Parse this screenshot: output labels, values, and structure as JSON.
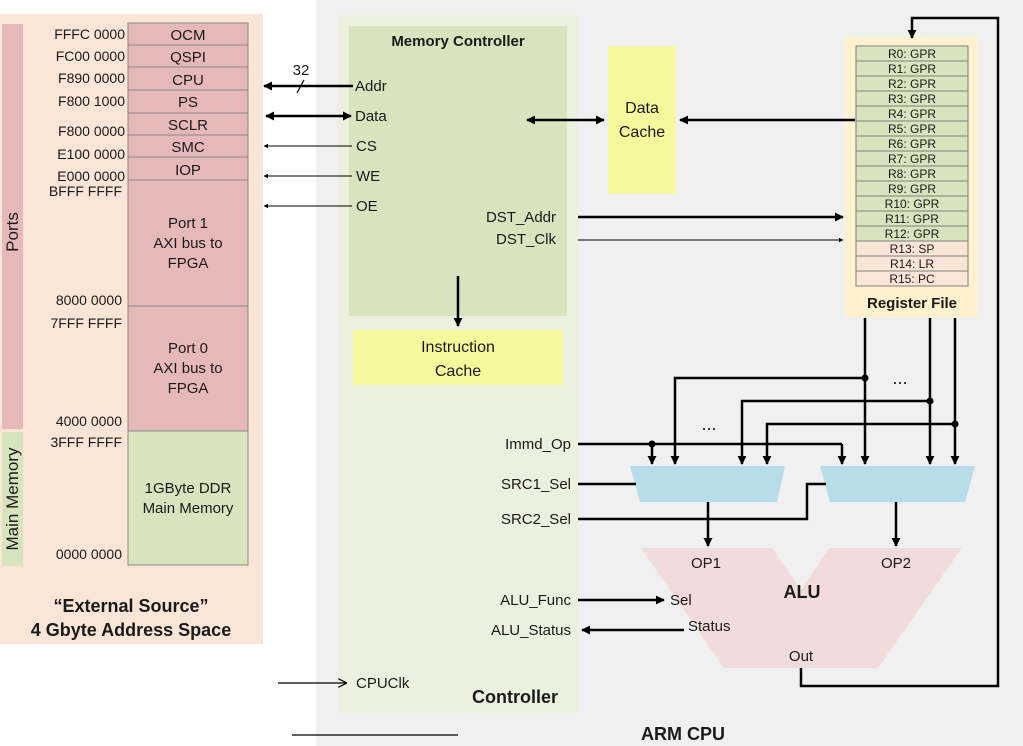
{
  "memory_map": {
    "ports_label": "Ports",
    "main_memory_label": "Main Memory",
    "footer_line1": "“External Source”",
    "footer_line2": "4 Gbyte Address Space",
    "small_regions": [
      {
        "name": "OCM",
        "addr": "FFFC 0000"
      },
      {
        "name": "QSPI",
        "addr": "FC00 0000"
      },
      {
        "name": "CPU",
        "addr": "F890 0000"
      },
      {
        "name": "PS",
        "addr": "F800 1000"
      },
      {
        "name": "SCLR",
        "addr": "F800 0000"
      },
      {
        "name": "SMC",
        "addr": "E100 0000"
      },
      {
        "name": "IOP",
        "addr": "E000 0000"
      }
    ],
    "port1": {
      "top_addr": "BFFF FFFF",
      "bottom_addr": "8000 0000",
      "l1": "Port 1",
      "l2": "AXI bus to",
      "l3": "FPGA"
    },
    "port0": {
      "top_addr": "7FFF FFFF",
      "bottom_addr": "4000 0000",
      "l1": "Port 0",
      "l2": "AXI bus to",
      "l3": "FPGA"
    },
    "ddr": {
      "top_addr": "3FFF FFFF",
      "bottom_addr": "0000 0000",
      "l1": "1GByte DDR",
      "l2": "Main Memory"
    }
  },
  "bus": {
    "width": "32",
    "addr": "Addr",
    "data": "Data",
    "cs": "CS",
    "we": "WE",
    "oe": "OE"
  },
  "cpu": {
    "title": "ARM CPU",
    "controller": "Controller",
    "memory_controller": "Memory Controller",
    "dst_addr": "DST_Addr",
    "dst_clk": "DST_Clk",
    "instruction_cache": [
      "Instruction",
      "Cache"
    ],
    "data_cache": [
      "Data",
      "Cache"
    ],
    "immd_op": "Immd_Op",
    "src1_sel": "SRC1_Sel",
    "src2_sel": "SRC2_Sel",
    "alu_func": "ALU_Func",
    "alu_status": "ALU_Status",
    "cpuclk": "CPUClk",
    "ellipsis": "..."
  },
  "register_file": {
    "title": "Register File",
    "registers": [
      "R0: GPR",
      "R1: GPR",
      "R2: GPR",
      "R3: GPR",
      "R4: GPR",
      "R5: GPR",
      "R6: GPR",
      "R7: GPR",
      "R8: GPR",
      "R9: GPR",
      "R10: GPR",
      "R11: GPR",
      "R12: GPR",
      "R13: SP",
      "R14: LR",
      "R15: PC"
    ]
  },
  "alu": {
    "title": "ALU",
    "op1": "OP1",
    "op2": "OP2",
    "sel": "Sel",
    "status": "Status",
    "out": "Out"
  },
  "colors": {
    "mem_bg": "#fbe5d6",
    "region": "#e6b9b8",
    "ddr": "#d7e4bd",
    "cpu_bg": "#f0f0f0",
    "controller": "#ebf1de",
    "mem_ctrl": "#d7e4bd",
    "cache": "#f7f79b",
    "reg_gpr": "#d7e4bd",
    "reg_special": "#fbe5d6",
    "mux": "#b7dde8",
    "alu": "#f2dcdb"
  }
}
